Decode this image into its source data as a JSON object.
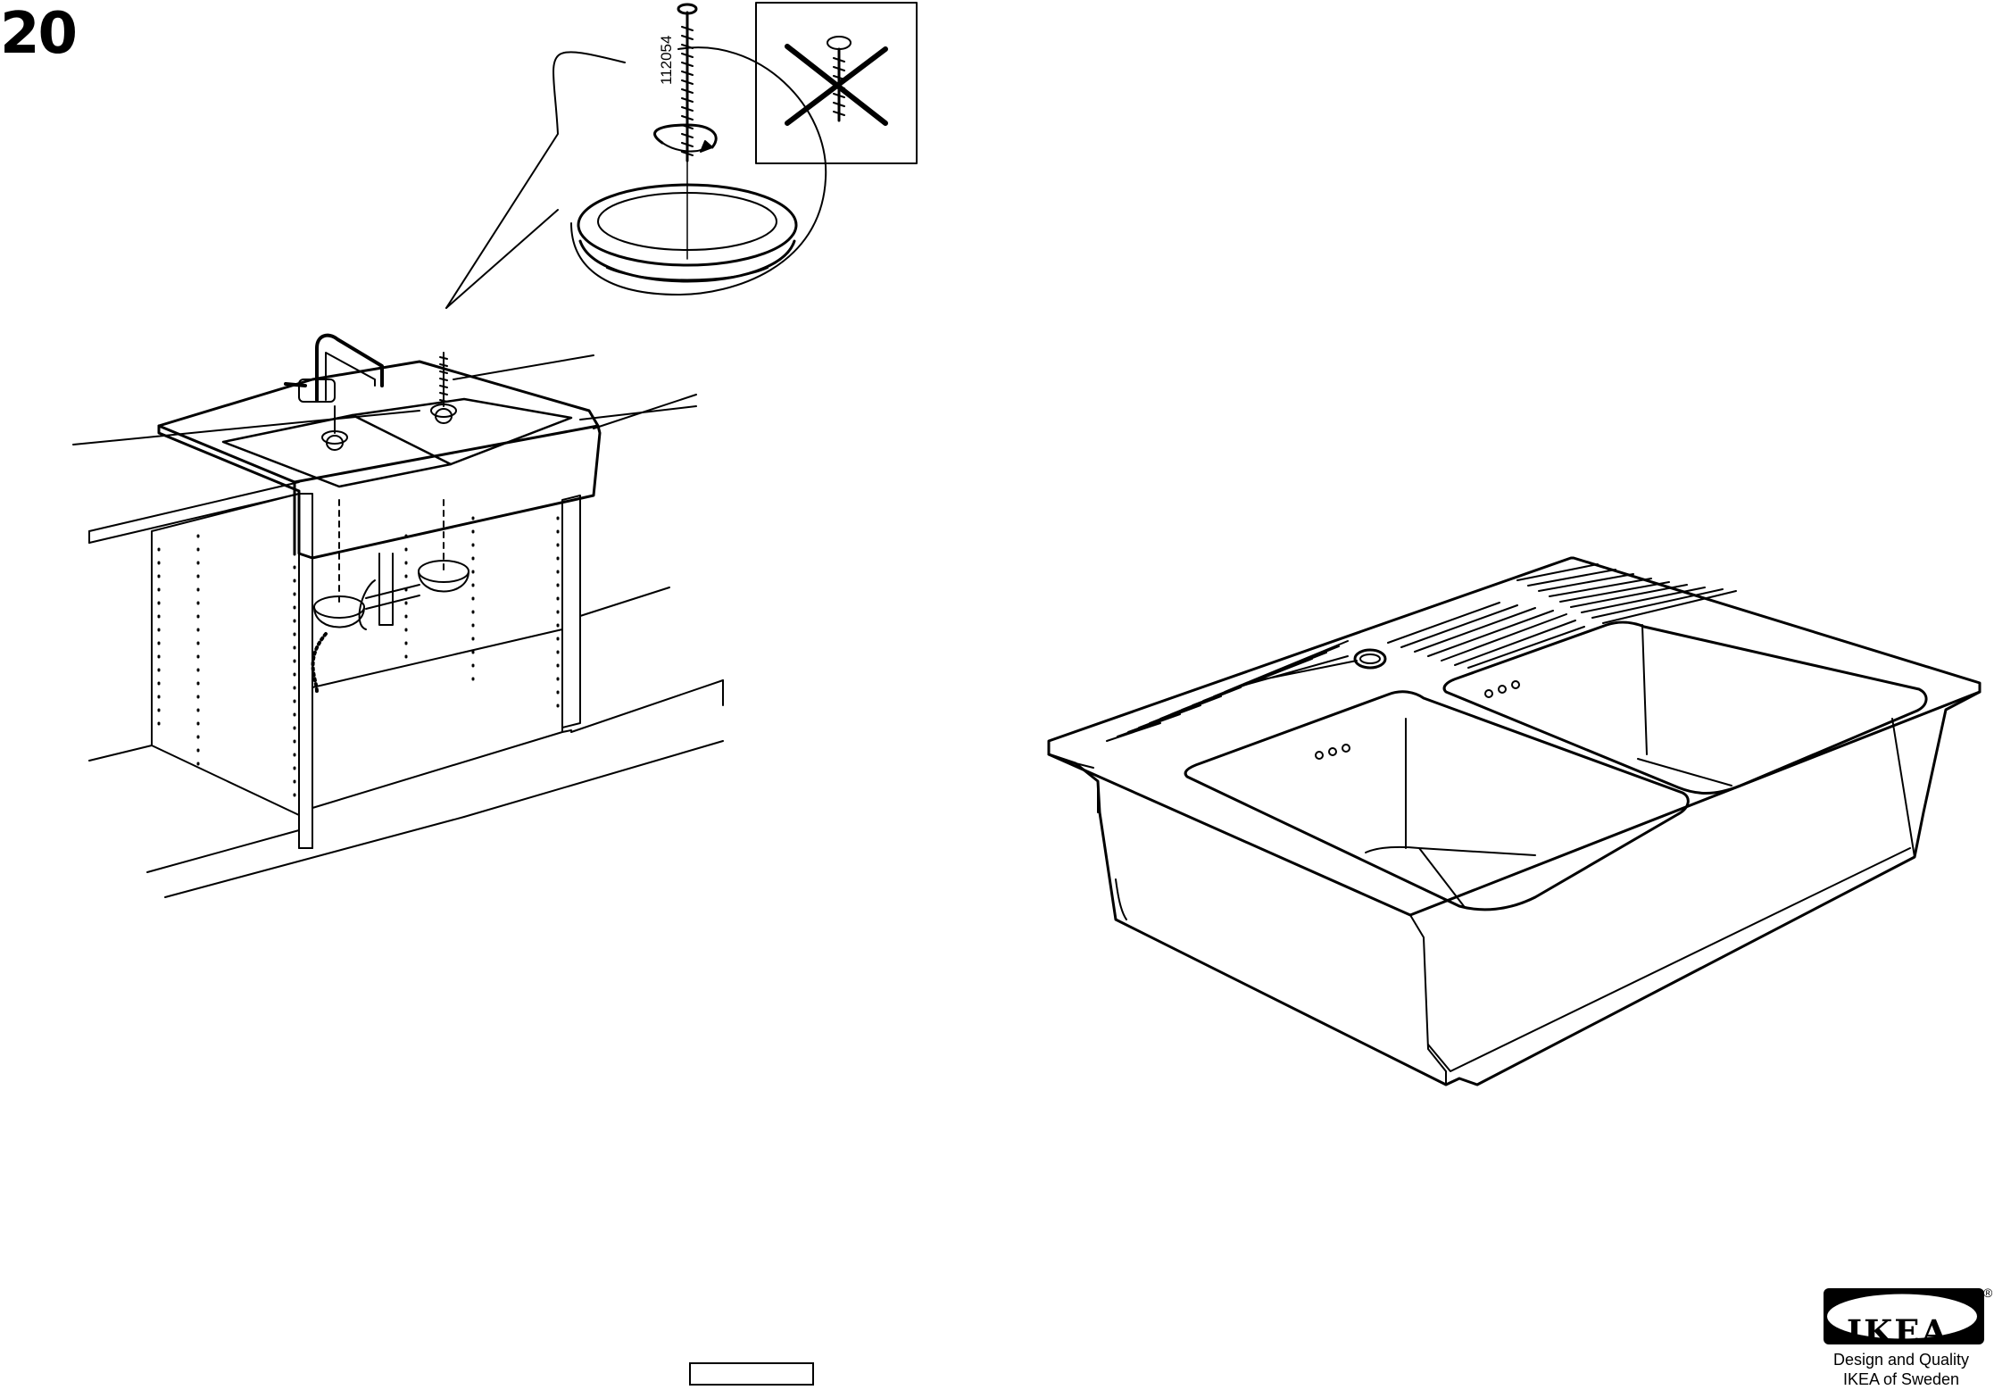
{
  "step": {
    "number": "20"
  },
  "detail": {
    "screw_article": "112054"
  },
  "logo": {
    "brand": "IKEA",
    "registered": "®",
    "icon": "ikea-logo"
  },
  "footer": {
    "tagline_1": "Design and Quality",
    "tagline_2": "IKEA of Sweden"
  },
  "colors": {
    "ink": "#000000",
    "paper": "#ffffff",
    "logo_blue": "#000000"
  }
}
